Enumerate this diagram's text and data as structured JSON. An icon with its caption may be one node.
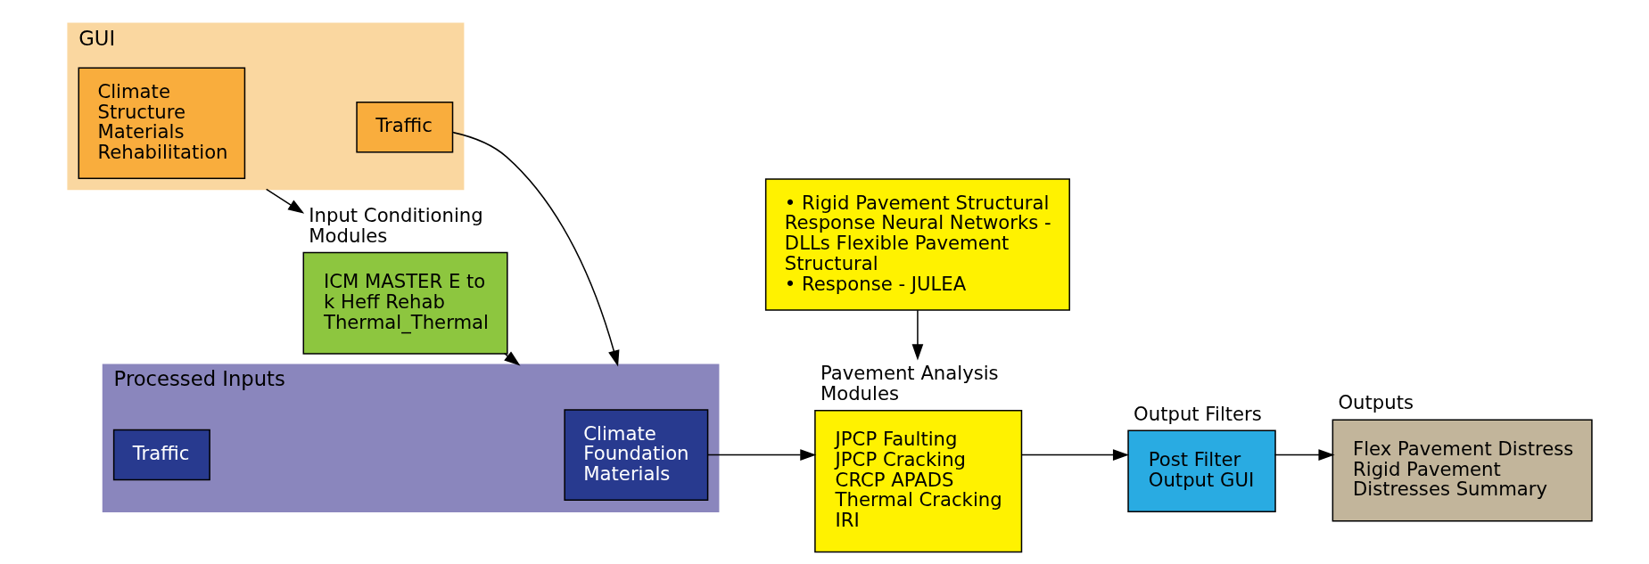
{
  "diagram": {
    "nodes": [
      {
        "text": [
          "GUI"
        ]
      },
      {
        "text": [
          "Climate Structure Materials Rehabilitation"
        ],
        "in": 0
      },
      {
        "text": [
          "Traffic"
        ],
        "in": 0
      },
      {
        "text": [
          "Input Conditioning Modules",
          "ICM MASTER E to k Heff Rehab Thermal_Thermal"
        ]
      },
      {
        "text": [
          "Processed Inputs"
        ]
      },
      {
        "text": [
          "Climate Foundation Materials"
        ],
        "in": 4
      },
      {
        "text": [
          "Traffic"
        ],
        "in": 4
      },
      {
        "text": [
          "Pavement Analysis Modules",
          "JPCP Faulting JPCP Cracking CRCP APADS Thermal Cracking IRI"
        ]
      },
      {
        "text": [
          "Output Filters",
          "Post Filter Output GUI"
        ]
      },
      {
        "text": [
          "Outputs",
          "Flex Pavement Distress Rigid Pavement Distresses Summary"
        ]
      },
      {
        "text": [
          "• Rigid Pavement Structural Response Neural Networks -  DLLs Flexible Pavement Structural",
          "• Response - JULEA"
        ]
      }
    ],
    "edges": [
      {
        "from": 0,
        "to": 3,
        "arrow": "to"
      },
      {
        "from": 3,
        "to": 4,
        "arrow": "to"
      },
      {
        "from": 2,
        "to": 4,
        "arrow": "to"
      },
      {
        "from": 5,
        "to": 7,
        "arrow": "to"
      },
      {
        "from": 7,
        "to": 8,
        "arrow": "to"
      },
      {
        "from": 8,
        "to": 9,
        "arrow": "to"
      },
      {
        "from": 10,
        "to": 7,
        "arrow": "to"
      }
    ]
  }
}
